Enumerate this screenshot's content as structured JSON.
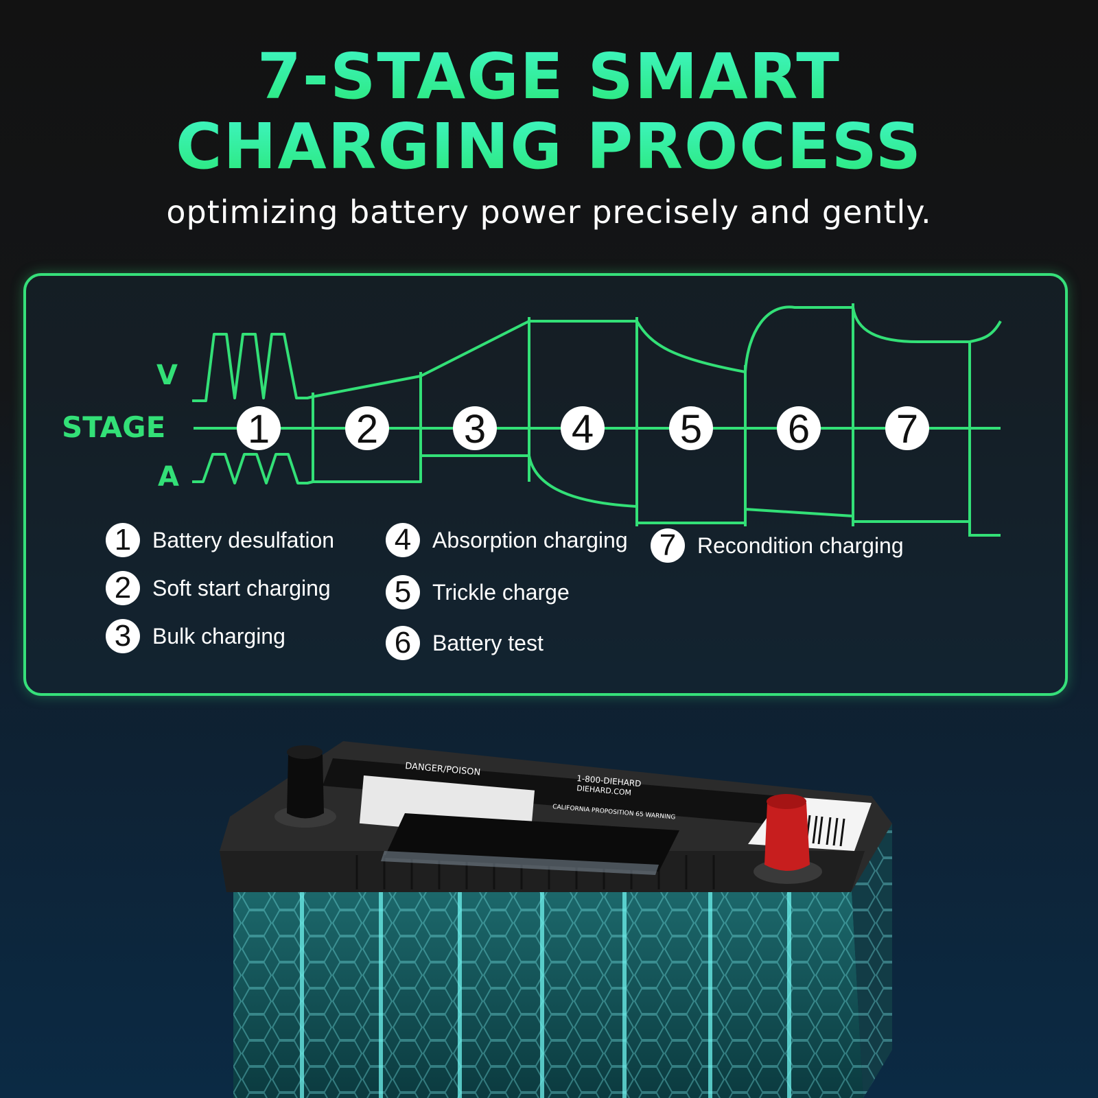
{
  "header": {
    "title_line1": "7-STAGE SMART",
    "title_line2": "CHARGING PROCESS",
    "subtitle": "optimizing battery power precisely and gently."
  },
  "diagram": {
    "axis_labels": {
      "voltage": "V",
      "stage": "STAGE",
      "current": "A"
    },
    "stage_numbers": [
      "1",
      "2",
      "3",
      "4",
      "5",
      "6",
      "7"
    ],
    "line_color": "#33e077"
  },
  "legend": [
    {
      "num": "1",
      "label": "Battery desulfation"
    },
    {
      "num": "2",
      "label": "Soft start charging"
    },
    {
      "num": "3",
      "label": "Bulk charging"
    },
    {
      "num": "4",
      "label": "Absorption charging"
    },
    {
      "num": "5",
      "label": "Trickle charge"
    },
    {
      "num": "6",
      "label": "Battery test"
    },
    {
      "num": "7",
      "label": "Recondition charging"
    }
  ],
  "battery": {
    "label_warning": "DANGER/POISON",
    "label_phone": "1-800-DIEHARD",
    "label_web": "DIEHARD.COM",
    "label_prop65": "CALIFORNIA PROPOSITION 65 WARNING"
  },
  "colors": {
    "accent": "#33e077",
    "title_top": "#3ff5c4",
    "background": "#121212"
  }
}
